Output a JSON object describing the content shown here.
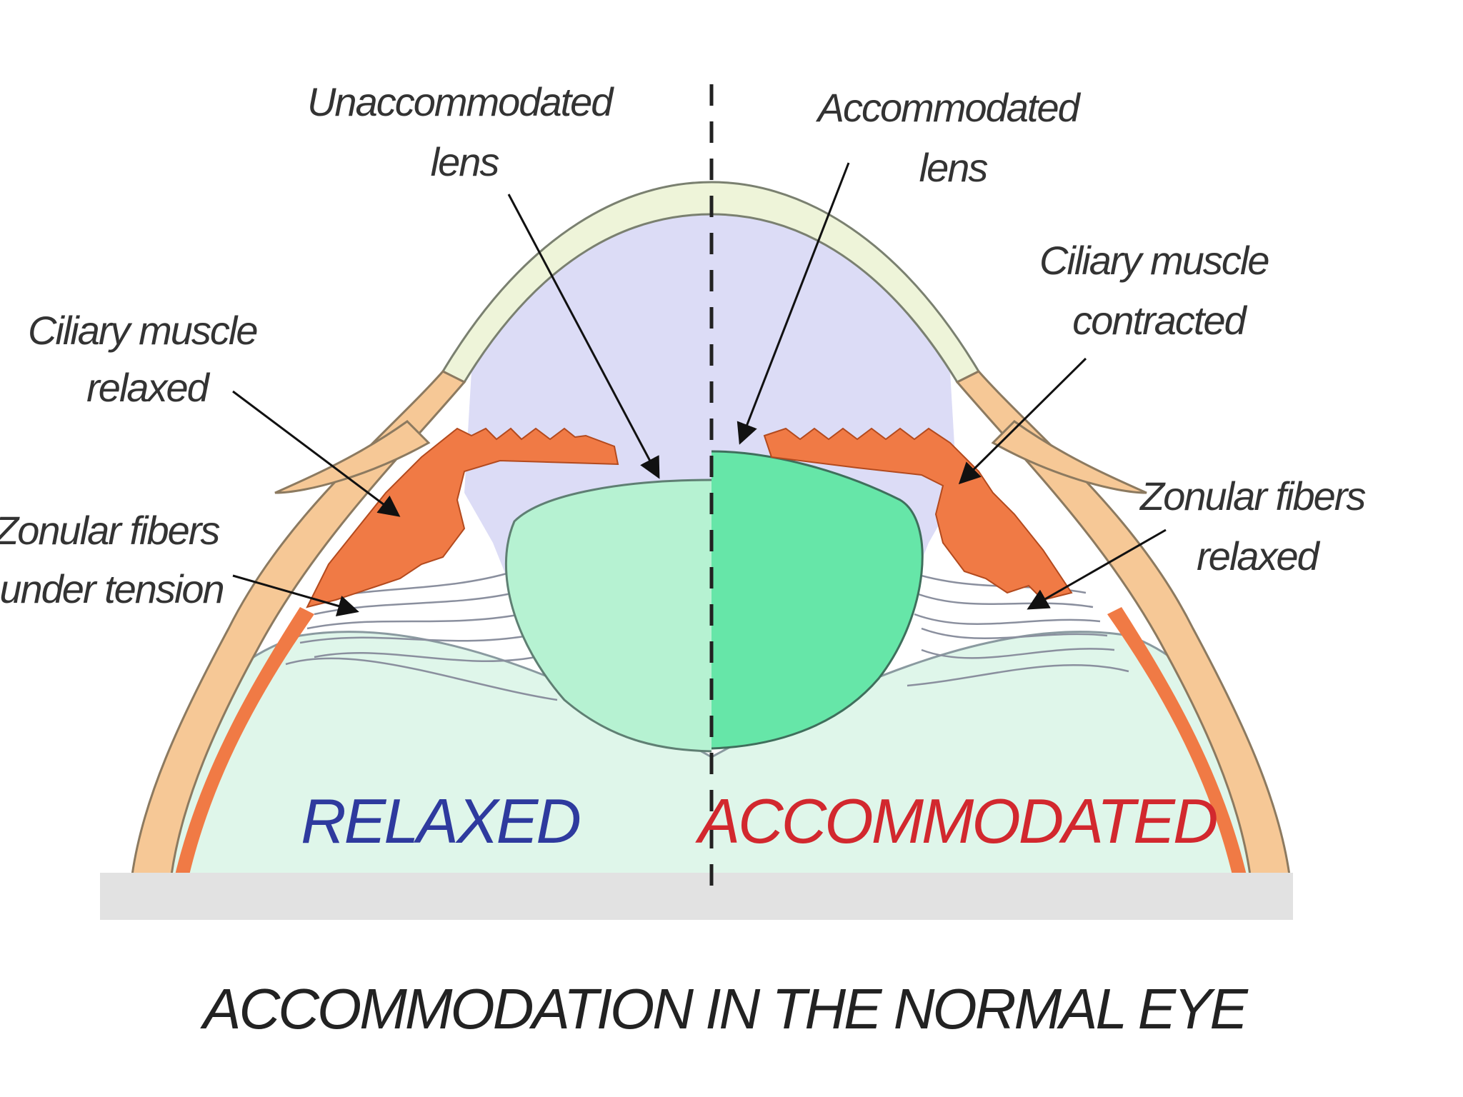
{
  "colors": {
    "background": "#ffffff",
    "cornea": "#eef4d9",
    "sclera": "#f6c896",
    "ciliary_muscle": "#f07a45",
    "anterior_chamber": "#dcdcf6",
    "vitreous": "#dff6ea",
    "lens_relaxed": "#b6f2d2",
    "lens_accommodated": "#66e6a8",
    "relaxed_text": "#2e3a9e",
    "accommodated_text": "#d2282e",
    "base_band": "#e2e2e2"
  },
  "labels": {
    "unaccommodated_lens": [
      "Unaccommodated",
      "lens"
    ],
    "accommodated_lens": [
      "Accommodated",
      "lens"
    ],
    "ciliary_relaxed": [
      "Ciliary muscle",
      "relaxed"
    ],
    "ciliary_contracted": [
      "Ciliary muscle",
      "contracted"
    ],
    "zonular_tension": [
      "Zonular fibers",
      "under tension"
    ],
    "zonular_relaxed": [
      "Zonular fibers",
      "relaxed"
    ]
  },
  "states": {
    "relaxed": "RELAXED",
    "accommodated": "ACCOMMODATED"
  },
  "caption": "ACCOMMODATION IN THE NORMAL EYE"
}
